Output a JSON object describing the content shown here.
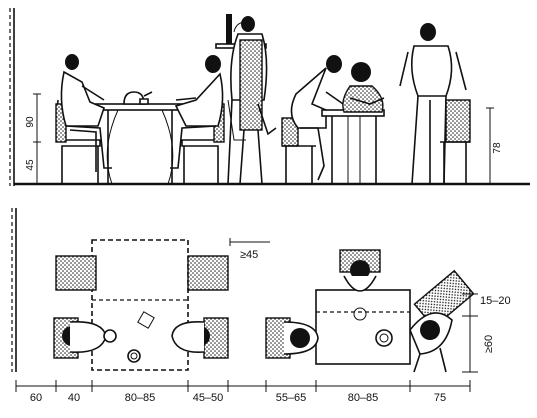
{
  "elevation": {
    "left_heights": {
      "total": "90",
      "seat": "45"
    },
    "right_height": "78"
  },
  "plan": {
    "clearance": "≥45",
    "right_top": "15–20",
    "right_depth": "≥60",
    "bottom_dims": [
      "60",
      "40",
      "80–85",
      "45–50",
      "55–65",
      "80–85",
      "75"
    ]
  }
}
